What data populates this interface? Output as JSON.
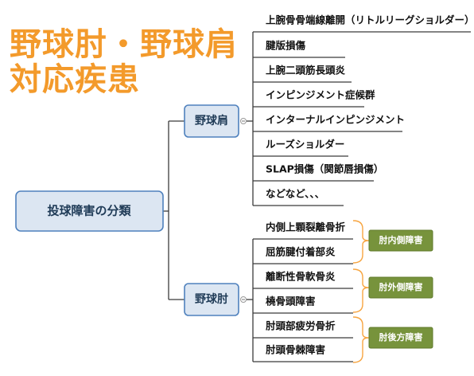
{
  "title": {
    "line1": "野球肘・野球肩",
    "line2": "対応疾患"
  },
  "root": "投球障害の分類",
  "shoulder": {
    "label": "野球肩",
    "items": [
      "上腕骨骨端線離開（リトルリーグショルダー）",
      "腱版損傷",
      "上腕二頭筋長頭炎",
      "インピンジメント症候群",
      "インターナルインピンジメント",
      "ルーズショルダー",
      "SLAP損傷（関節唇損傷）",
      "などなど、、、"
    ]
  },
  "elbow": {
    "label": "野球肘",
    "items": [
      "内側上顆裂離骨折",
      "屈筋腱付着部炎",
      "離断性骨軟骨炎",
      "橈骨頭障害",
      "肘頭部疲労骨折",
      "肘頭骨棘障害"
    ],
    "groups": [
      "肘内側障害",
      "肘外側障害",
      "肘後方障害"
    ]
  },
  "colors": {
    "title": "#f39a2b",
    "box_fill": "#dce6f2",
    "box_border": "#4f81bd",
    "tag_fill": "#77933c",
    "bracket": "#f7a541"
  }
}
